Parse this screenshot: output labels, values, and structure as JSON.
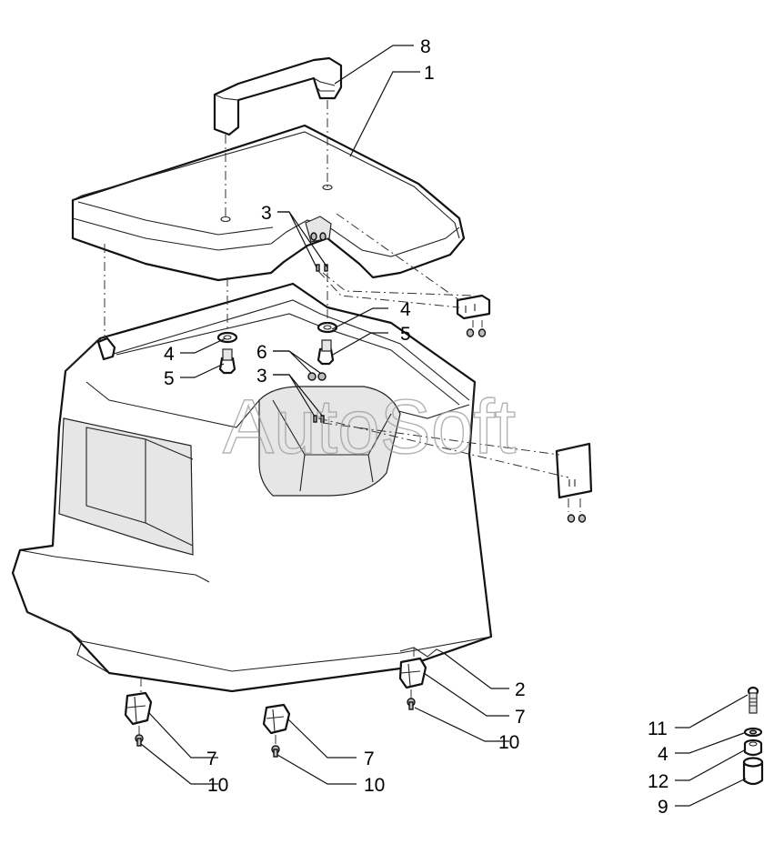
{
  "watermark": "AutoSoft",
  "callouts": {
    "c8": "8",
    "c1": "1",
    "c3a": "3",
    "c4a": "4",
    "c5a": "5",
    "c4b": "4",
    "c5b": "5",
    "c6": "6",
    "c3b": "3",
    "c2": "2",
    "c7a": "7",
    "c10a": "10",
    "c7b": "7",
    "c10b": "10",
    "c7c": "7",
    "c10c": "10",
    "c11": "11",
    "c4c": "4",
    "c12": "12",
    "c9": "9"
  }
}
